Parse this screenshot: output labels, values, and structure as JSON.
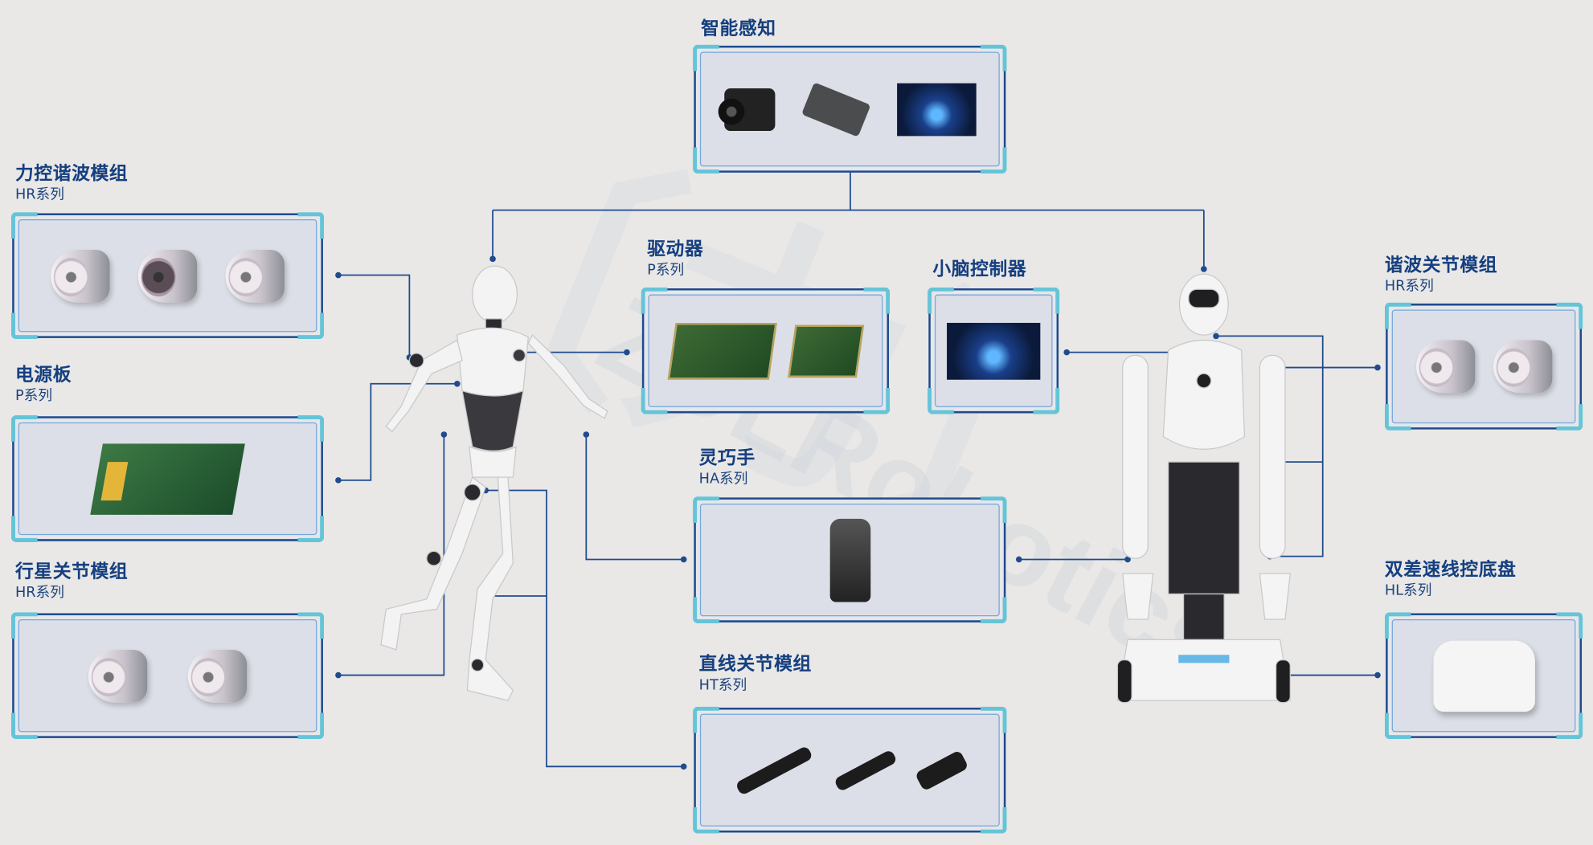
{
  "watermark": {
    "brand": "ZDLRobotics"
  },
  "colors": {
    "title": "#153f80",
    "line": "#1f4b8f",
    "accent": "#66c4d8",
    "background": "#e9e8e6"
  },
  "modules": {
    "perception": {
      "title": "智能感知",
      "items": [
        "camera",
        "radar-sensor",
        "ai-chip"
      ]
    },
    "force_harmonic": {
      "title": "力控谐波模组",
      "series": "HR系列",
      "items": [
        "harmonic-module-white",
        "harmonic-module-dark",
        "harmonic-module-silver"
      ]
    },
    "power_board": {
      "title": "电源板",
      "series": "P系列",
      "items": [
        "power-board"
      ]
    },
    "planetary": {
      "title": "行星关节模组",
      "series": "HR系列",
      "items": [
        "planetary-module-1",
        "planetary-module-2"
      ]
    },
    "driver": {
      "title": "驱动器",
      "series": "P系列",
      "items": [
        "driver-board-1",
        "driver-board-2"
      ]
    },
    "cerebellum": {
      "title": "小脑控制器",
      "items": [
        "controller-chip"
      ]
    },
    "dexterous_hand": {
      "title": "灵巧手",
      "series": "HA系列",
      "items": [
        "robot-hand"
      ]
    },
    "linear": {
      "title": "直线关节模组",
      "series": "HT系列",
      "items": [
        "linear-actuator-1",
        "linear-actuator-2",
        "linear-actuator-3"
      ]
    },
    "harmonic_joint": {
      "title": "谐波关节模组",
      "series": "HR系列",
      "items": [
        "harmonic-joint-1",
        "harmonic-joint-2"
      ]
    },
    "chassis": {
      "title": "双差速线控底盘",
      "series": "HL系列",
      "items": [
        "chassis"
      ]
    }
  }
}
